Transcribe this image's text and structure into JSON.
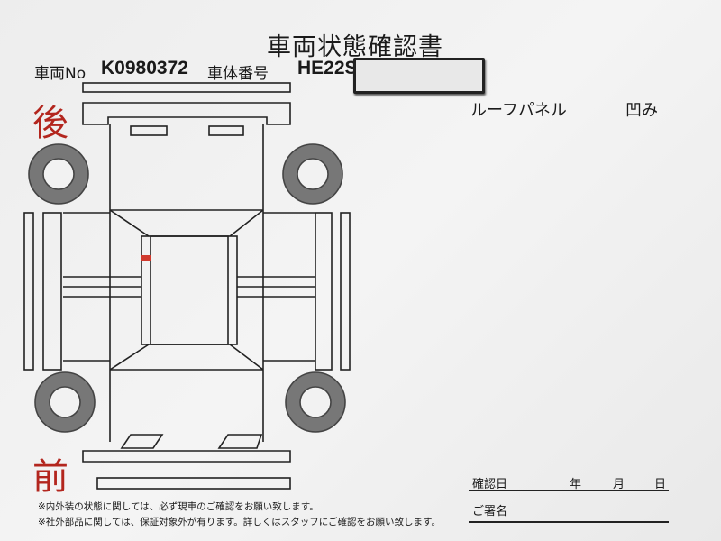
{
  "title": "車両状態確認書",
  "vehicle_no_label": "車両No",
  "vehicle_no": "K0980372",
  "chassis_label": "車体番号",
  "chassis_no_visible": "HE22S",
  "diagram": {
    "rear_label": "後",
    "front_label": "前",
    "damage_mark_color": "#d03a2e"
  },
  "damage_note": {
    "part": "ルーフパネル",
    "condition": "凹み"
  },
  "signature": {
    "date_label": "確認日",
    "year": "年",
    "month": "月",
    "day": "日",
    "name_label": "ご署名"
  },
  "footnotes": [
    "※内外装の状態に関しては、必ず現車のご確認をお願い致します。",
    "※社外部品に関しては、保証対象外が有ります。詳しくはスタッフにご確認をお願い致します。"
  ]
}
